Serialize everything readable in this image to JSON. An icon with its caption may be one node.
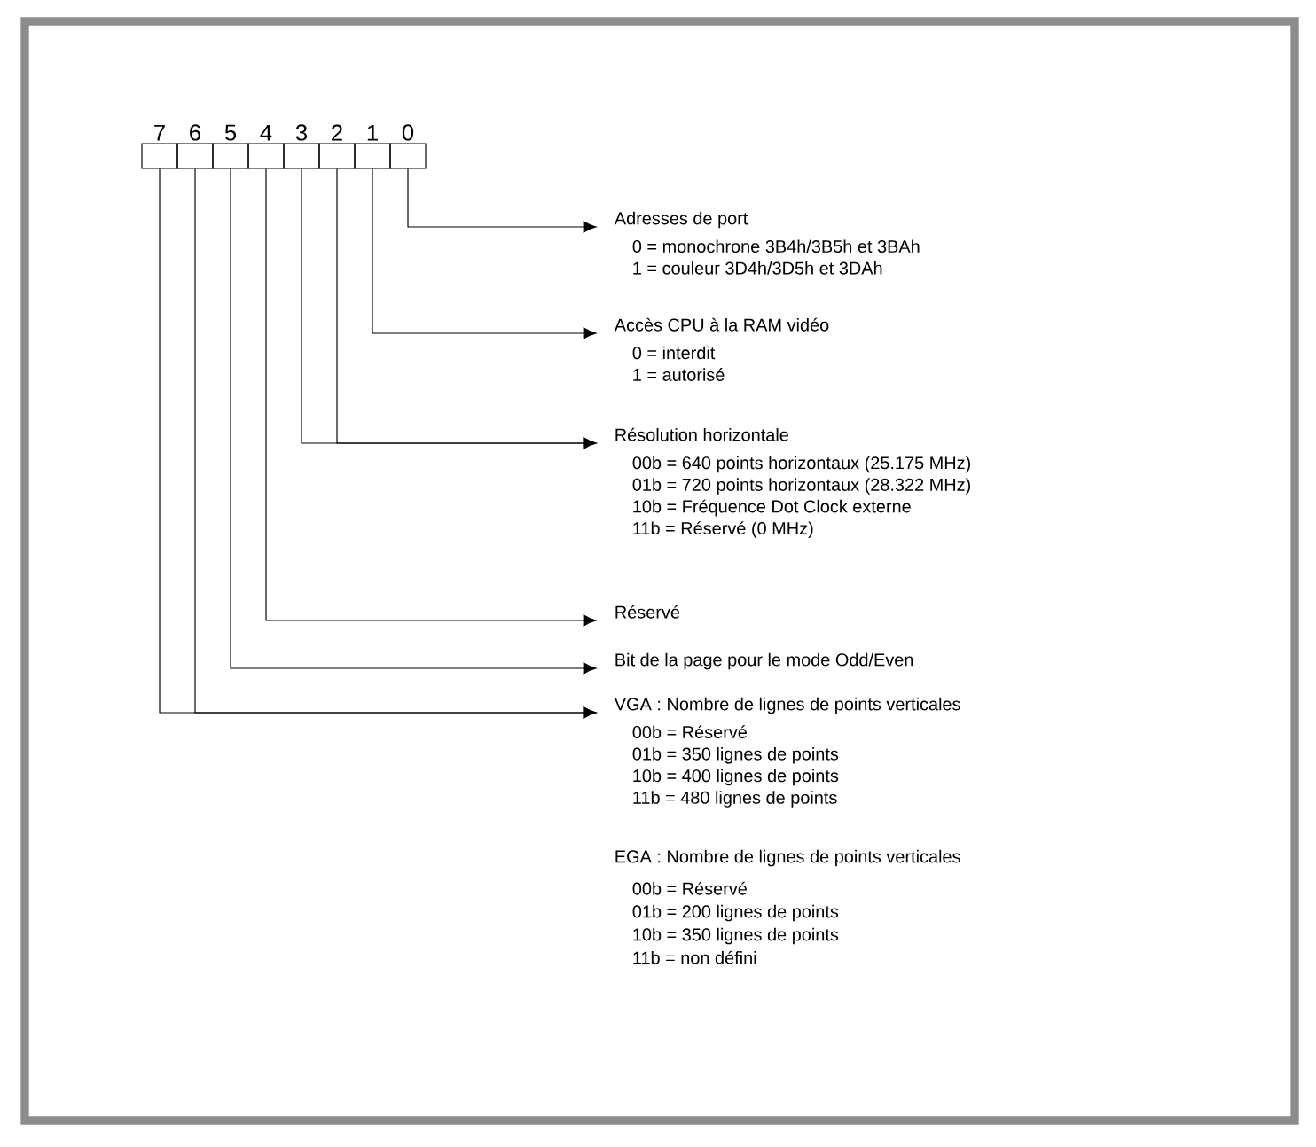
{
  "diagram": {
    "nodes": [
      {
        "text": [
          "7"
        ]
      },
      {
        "text": [
          "6"
        ]
      },
      {
        "text": [
          "5"
        ]
      },
      {
        "text": [
          "4"
        ]
      },
      {
        "text": [
          "3"
        ]
      },
      {
        "text": [
          "2"
        ]
      },
      {
        "text": [
          "1"
        ]
      },
      {
        "text": [
          "0"
        ]
      },
      {
        "text": [
          "Adresses de port",
          "0 = monochrone 3B4h/3B5h et 3BAh",
          "1 = couleur 3D4h/3D5h et 3DAh"
        ]
      },
      {
        "text": [
          "Accès CPU à la RAM vidéo",
          "0 = interdit",
          "1 = autorisé"
        ]
      },
      {
        "text": [
          "Résolution horizontale",
          "00b = 640 points horizontaux (25.175 MHz)",
          "01b = 720 points horizontaux (28.322 MHz)",
          "10b = Fréquence Dot Clock externe",
          "11b = Réservé (0 MHz)"
        ]
      },
      {
        "text": [
          "Réservé"
        ]
      },
      {
        "text": [
          "Bit de la page pour le mode Odd/Even"
        ]
      },
      {
        "text": [
          "VGA : Nombre de lignes de points verticales",
          "00b = Réservé",
          "01b = 350 lignes de points",
          "10b = 400 lignes de points",
          "11b = 480 lignes de points"
        ]
      }
    ],
    "edges": [
      {
        "from": 7,
        "to": 8,
        "arrow": "to"
      },
      {
        "from": 6,
        "to": 9,
        "arrow": "to"
      },
      {
        "from": 5,
        "to": 10,
        "arrow": "to"
      },
      {
        "from": 4,
        "to": 10,
        "arrow": "to"
      },
      {
        "from": 3,
        "to": 11,
        "arrow": "to"
      },
      {
        "from": 2,
        "to": 12,
        "arrow": "to"
      },
      {
        "from": 1,
        "to": 13,
        "arrow": "to"
      },
      {
        "from": 0,
        "to": 13,
        "arrow": "to"
      }
    ],
    "labels": [
      "EGA : Nombre de lignes de points verticales",
      "00b = Réservé",
      "01b = 200 lignes de points",
      "10b = 350 lignes de points",
      "11b = non défini"
    ]
  }
}
